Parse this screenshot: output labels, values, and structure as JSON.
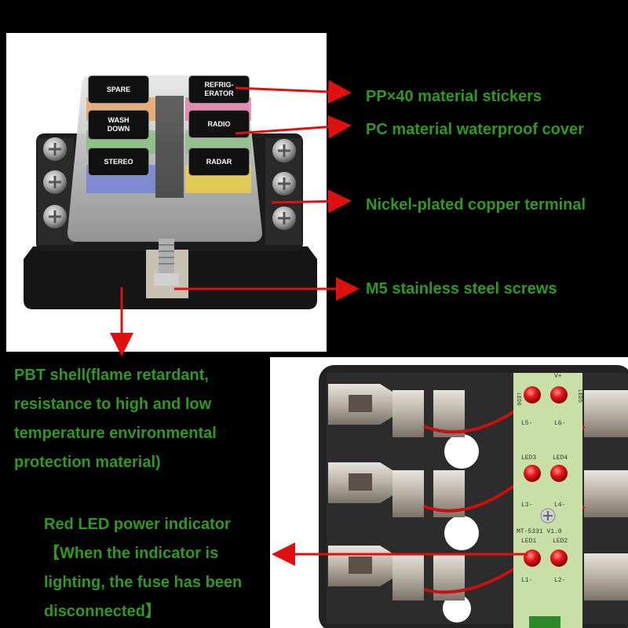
{
  "fuse_labels": {
    "spare": "SPARE",
    "refrigerator_line1": "REFRIG-",
    "refrigerator_line2": "ERATOR",
    "wash_down_line1": "WASH",
    "wash_down_line2": "DOWN",
    "radio": "RADIO",
    "stereo": "STEREO",
    "radar": "RADAR"
  },
  "callouts": {
    "stickers": "PP×40 material stickers",
    "cover": "PC material waterproof cover",
    "terminal": "Nickel-plated copper terminal",
    "screws": "M5 stainless steel screws",
    "shell": [
      "PBT shell(flame retardant,",
      "resistance to high and low",
      "temperature environmental",
      "protection material)"
    ],
    "led": [
      "Red LED power indicator",
      "【When the indicator is",
      "lighting, the fuse has been",
      "disconnected】"
    ]
  },
  "pcb_labels": {
    "v_plus": "V+",
    "led6": "LED6",
    "led5": "LED5",
    "l5_minus": "L5-",
    "l6_minus": "L6-",
    "led3": "LED3",
    "led4": "LED4",
    "l3_minus": "L3-",
    "l4_minus": "L4-",
    "model": "MT-5331  V1.0",
    "led1": "LED1",
    "led2": "LED2",
    "l1_minus": "L1-",
    "l2_minus": "L2-"
  },
  "colors": {
    "callout_text": "#2e9a1e",
    "arrow": "#e01010",
    "background": "#000000",
    "pcb": "#c8e0a8",
    "led": "#e81818"
  }
}
